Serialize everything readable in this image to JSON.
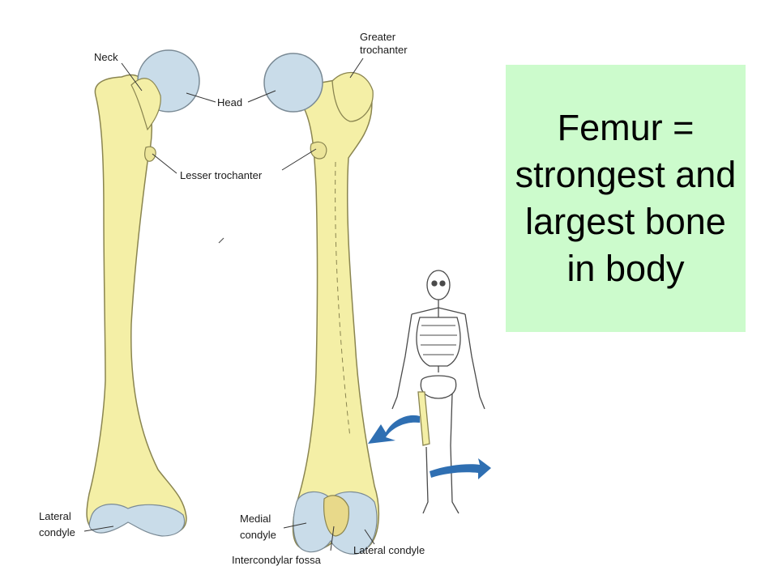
{
  "title": "Femur = strongest and largest bone in body",
  "labels": {
    "neck": "Neck",
    "head": "Head",
    "greater_trochanter_line1": "Greater",
    "greater_trochanter_line2": "trochanter",
    "lesser_trochanter": "Lesser trochanter",
    "lateral_condyle_left_line1": "Lateral",
    "lateral_condyle_left_line2": "condyle",
    "medial_condyle_line1": "Medial",
    "medial_condyle_line2": "condyle",
    "intercondylar_fossa": "Intercondylar fossa",
    "lateral_condyle_right": "Lateral condyle"
  },
  "colors": {
    "bone": "#f4efa6",
    "bone_outline": "#8a8550",
    "cartilage": "#c9dce9",
    "title_box": "#ccfbcc",
    "arrow": "#2f6fb2",
    "skeleton": "#4a4a4a"
  }
}
